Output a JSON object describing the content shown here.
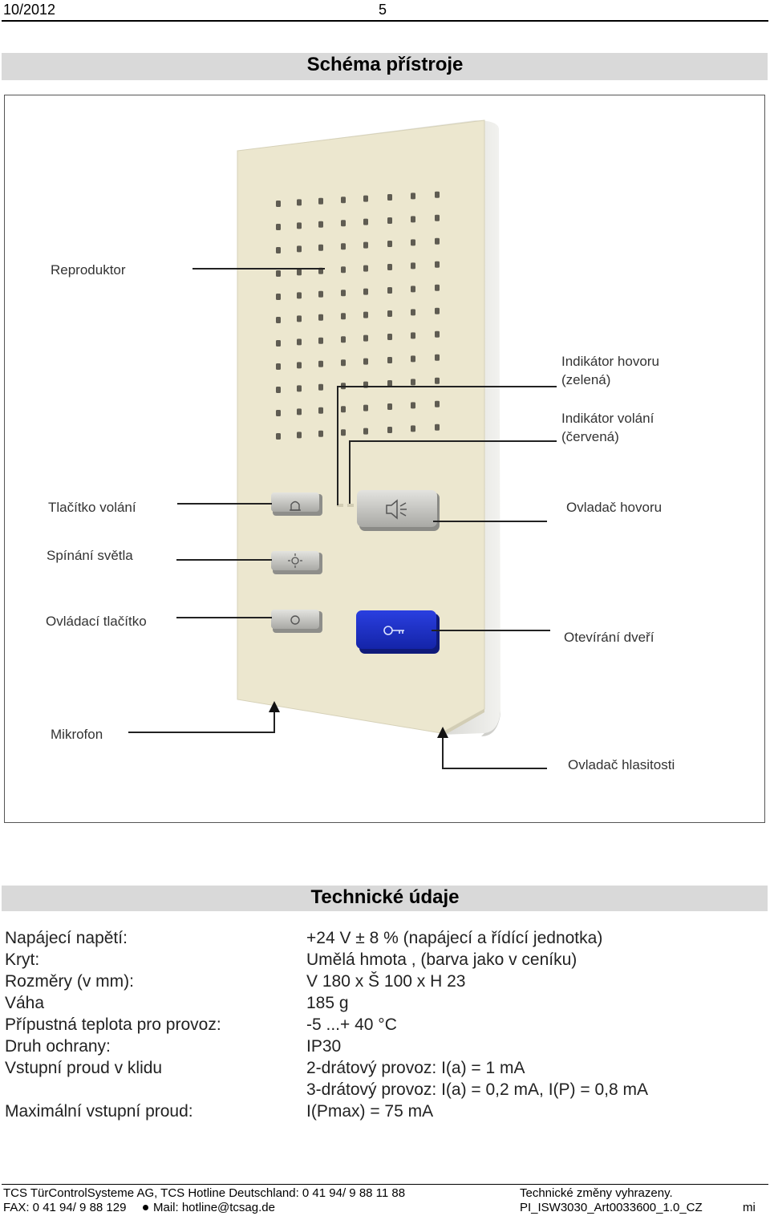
{
  "header": {
    "date": "10/2012",
    "page_number": "5"
  },
  "title": "Schéma přístroje",
  "diagram": {
    "labels": {
      "reproduktor": "Reproduktor",
      "indikator_hovoru": [
        "Indikátor hovoru",
        "(zelená)"
      ],
      "indikator_volani": [
        "Indikátor volání",
        "(červená)"
      ],
      "tlacitko_volani": "Tlačítko volání",
      "ovladac_hovoru": "Ovladač hovoru",
      "spinani_svetla": "Spínání světla",
      "ovladaci_tlacitko": "Ovládací tlačítko",
      "otevirani_dveri": "Otevírání dveří",
      "mikrofon": "Mikrofon",
      "ovladac_hlasitosti": "Ovladač hlasitosti"
    },
    "icons": [
      "bell-icon",
      "speaker-icon",
      "light-icon",
      "circle-icon",
      "key-icon"
    ],
    "colors": {
      "panel": "#ece7cf",
      "door_button": "#1a2fc9",
      "grey_button": "#bfbfbb"
    }
  },
  "specs": {
    "title": "Technické údaje",
    "rows": [
      {
        "label": "Napájecí napětí:",
        "value": "+24 V ± 8 % (napájecí a řídící jednotka)"
      },
      {
        "label": "Kryt:",
        "value": "Umělá hmota , (barva jako v ceníku)"
      },
      {
        "label": "Rozměry (v mm):",
        "value": "V 180 x Š 100 x H 23"
      },
      {
        "label": "Váha",
        "value": "185 g"
      },
      {
        "label": "Přípustná teplota pro provoz:",
        "value": "-5 ...+ 40 °C"
      },
      {
        "label": "Druh ochrany:",
        "value": "IP30"
      },
      {
        "label": "Vstupní proud v klidu",
        "value": "2-drátový provoz: I(a) = 1 mA"
      },
      {
        "label": "",
        "value": "3-drátový provoz: I(a) = 0,2 mA, I(P) = 0,8 mA"
      },
      {
        "label": "Maximální vstupní proud:",
        "value": "I(Pmax) = 75 mA"
      }
    ]
  },
  "footer": {
    "line1_left": "TCS TürControlSysteme AG, TCS Hotline Deutschland:  0 41 94/ 9 88 11 88",
    "line1_right": "Technické změny vyhrazeny.",
    "fax": "FAX: 0 41 94/ 9 88 129",
    "mail": "Mail: hotline@tcsag.de",
    "doc_ref": "PI_ISW3030_Art0033600_1.0_CZ",
    "suffix": "mi"
  }
}
